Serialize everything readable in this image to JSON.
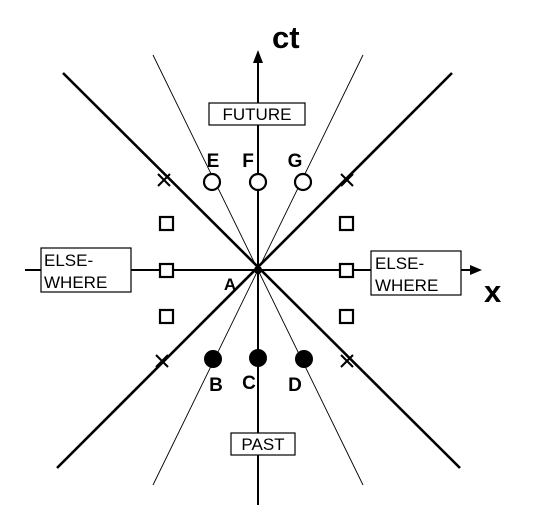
{
  "axes": {
    "time_label": "ct",
    "space_label": "x"
  },
  "regions": {
    "future": "FUTURE",
    "past": "PAST",
    "elsewhere_left_line1": "ELSE-",
    "elsewhere_left_line2": "WHERE",
    "elsewhere_right_line1": "ELSE-",
    "elsewhere_right_line2": "WHERE"
  },
  "events": {
    "origin": "A",
    "past_left": "B",
    "past_center": "C",
    "past_right": "D",
    "future_left": "E",
    "future_center": "F",
    "future_right": "G"
  }
}
